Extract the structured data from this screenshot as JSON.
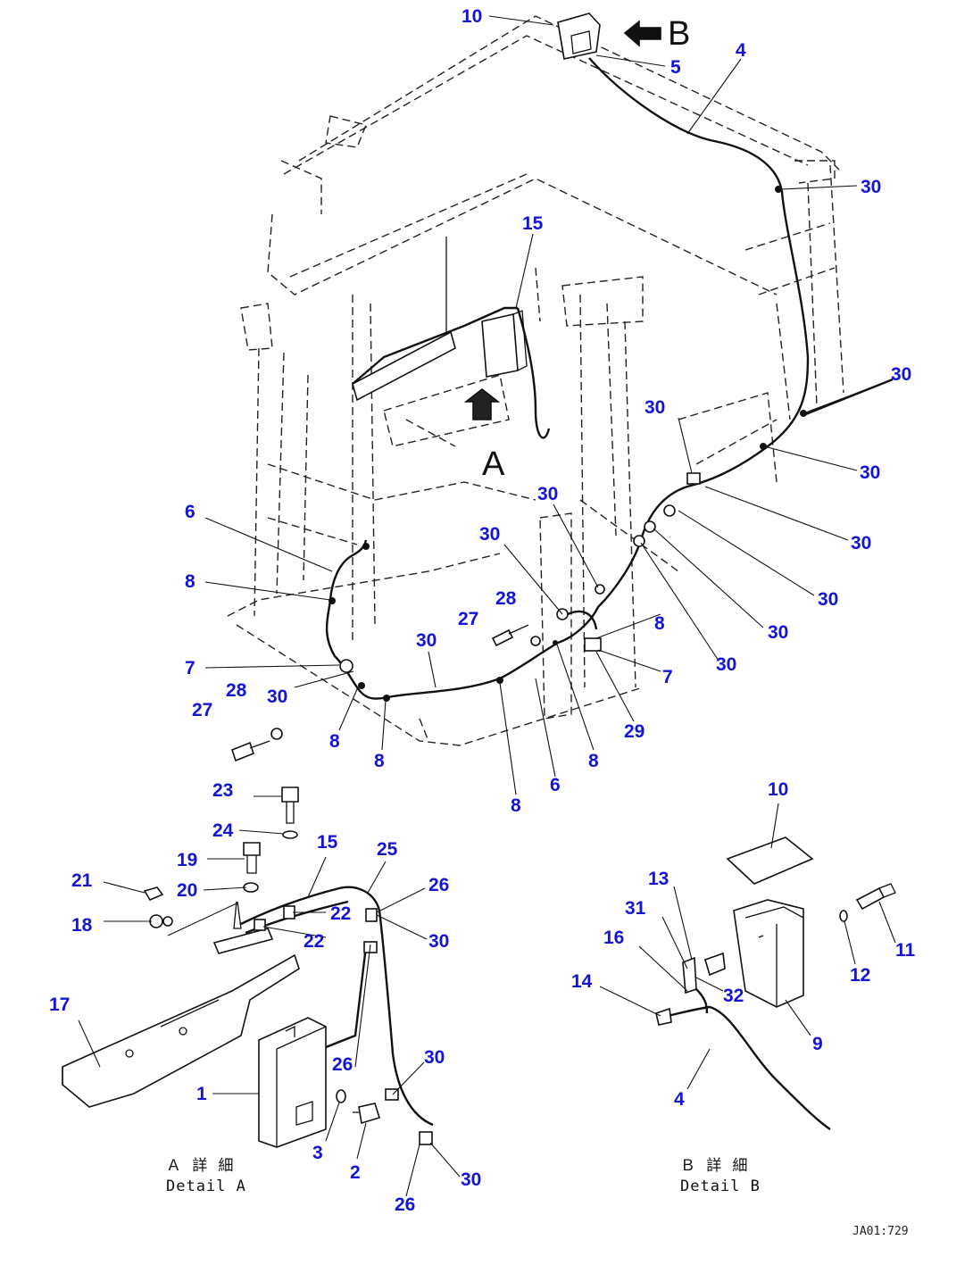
{
  "labels": {
    "top_10": "10",
    "top_5": "5",
    "top_4": "4",
    "top_30a": "30",
    "mid_15": "15",
    "view_a": "A",
    "view_b": "B",
    "r_30a": "30",
    "r_30b": "30",
    "r_30c": "30",
    "r_30d": "30",
    "r_30e": "30",
    "r_30f": "30",
    "r_30g": "30",
    "c_30a": "30",
    "c_30b": "30",
    "c_30c": "30",
    "l_6": "6",
    "l_8": "8",
    "l_7": "7",
    "l_30": "30",
    "l_27": "27",
    "l_28": "28",
    "b_8a": "8",
    "b_8b": "8",
    "b_8c": "8",
    "b_8d": "8",
    "b_6": "6",
    "r_27": "27",
    "r_28": "28",
    "r_8": "8",
    "r_7": "7",
    "r_29": "29",
    "a_23": "23",
    "a_24": "24",
    "a_19": "19",
    "a_21": "21",
    "a_20": "20",
    "a_18": "18",
    "a_15": "15",
    "a_25": "25",
    "a_26a": "26",
    "a_22a": "22",
    "a_22b": "22",
    "a_30a": "30",
    "a_17": "17",
    "a_1": "1",
    "a_26b": "26",
    "a_30b": "30",
    "a_3": "3",
    "a_2": "2",
    "a_30c": "30",
    "a_26c": "26",
    "b_10": "10",
    "b_13": "13",
    "b_31": "31",
    "b_16": "16",
    "b_14": "14",
    "b_32": "32",
    "b_9": "9",
    "b_11": "11",
    "b_12": "12",
    "b_4": "4"
  },
  "captions": {
    "detail_a_jp": "Ａ 詳 細",
    "detail_a_en": "Detail A",
    "detail_b_jp": "Ｂ 詳 細",
    "detail_b_en": "Detail B"
  },
  "drawing_code": "JA01:729"
}
